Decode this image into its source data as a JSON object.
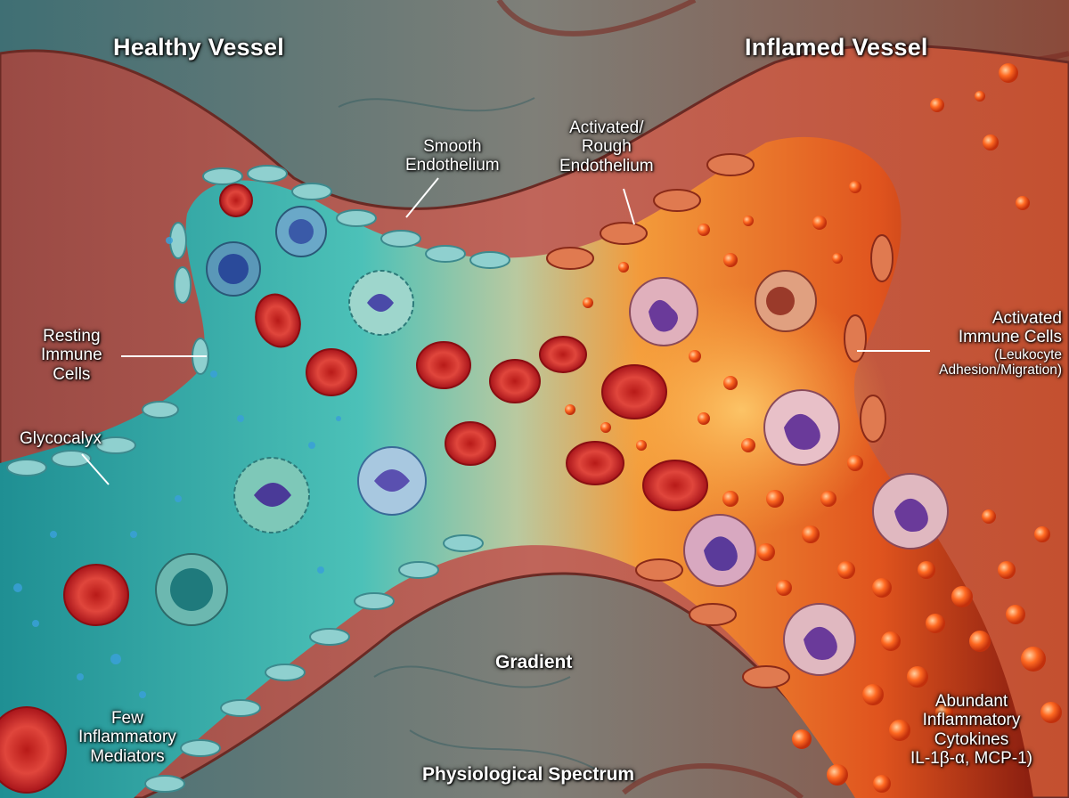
{
  "titles": {
    "healthy": "Healthy Vessel",
    "inflamed": "Inflamed Vessel"
  },
  "labels": {
    "smooth_endothelium": [
      "Smooth",
      "Endothelium"
    ],
    "activated_endothelium": [
      "Activated/",
      "Rough",
      "Endothelium"
    ],
    "resting_immune": [
      "Resting",
      "Immune",
      "Cells"
    ],
    "glycocalyx": "Glycocalyx",
    "activated_immune": [
      "Activated",
      "Immune Cells"
    ],
    "activated_immune_sub": [
      "(Leukocyte",
      "Adhesion/Migration)"
    ],
    "gradient": "Gradient",
    "physiological_spectrum": "Physiological Spectrum",
    "few_mediators": [
      "Few",
      "Inflammatory",
      "Mediators"
    ],
    "abundant_cytokines": [
      "Abundant",
      "Inflammatory",
      "Cytokines",
      "IL-1β-α, MCP-1)"
    ]
  },
  "colors": {
    "healthy_lumen": "#3fb3b0",
    "inflamed_lumen": "#f07a2a",
    "vessel_wall": "#b85a4a",
    "red_blood_cell": "#d8322c",
    "resting_immune_cell": "#7fb0c0",
    "activated_immune_cell": "#c9a4b0",
    "cytokine": "#ff7a2a",
    "background_tissue": "#5a7d80"
  }
}
